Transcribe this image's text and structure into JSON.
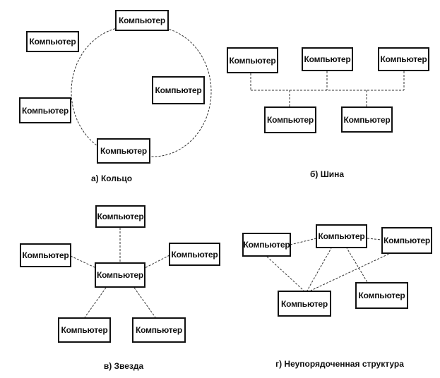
{
  "node_label": "Компьютер",
  "captions": {
    "ring": "а) Кольцо",
    "bus": "б) Шина",
    "star": "в) Звезда",
    "mesh": "г) Неупорядоченная структура"
  }
}
